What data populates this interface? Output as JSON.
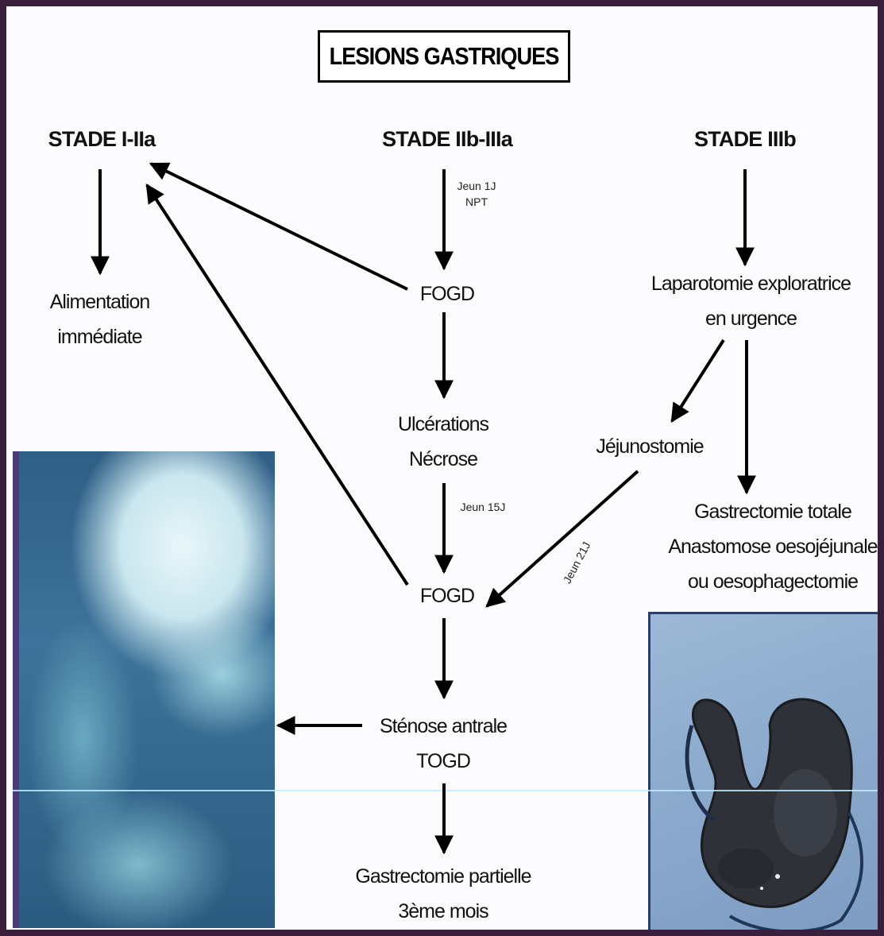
{
  "title": "LESIONS GASTRIQUES",
  "stages": {
    "s1": "STADE I-IIa",
    "s2": "STADE IIb-IIIa",
    "s3": "STADE IIIb"
  },
  "nodes": {
    "alimentation": [
      "Alimentation",
      "immédiate"
    ],
    "fogd1": "FOGD",
    "ulcerations": [
      "Ulcérations",
      "Nécrose"
    ],
    "fogd2": "FOGD",
    "stenose": [
      "Sténose antrale",
      "TOGD"
    ],
    "gastrectomie_partielle": [
      "Gastrectomie partielle",
      "3ème mois"
    ],
    "laparotomie": [
      "Laparotomie exploratrice",
      "en urgence"
    ],
    "jejunostomie": "Jéjunostomie",
    "gastrectomie_totale": [
      "Gastrectomie totale",
      "Anastomose oesojéjunale",
      "ou oesophagectomie"
    ]
  },
  "edge_labels": {
    "jeun1": [
      "Jeun 1J",
      "NPT"
    ],
    "jeun15": "Jeun 15J",
    "jeun21": "Jeun 21J"
  },
  "colors": {
    "frame": "#3a1f3d",
    "xray_blue": "#2f5f86",
    "specimen_bg": "#8aa9cc"
  }
}
